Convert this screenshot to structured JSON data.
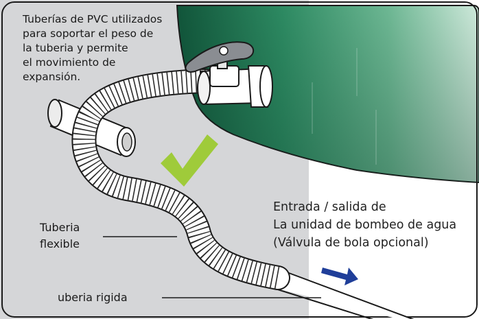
{
  "labels": {
    "pvc_support": [
      "Tuberías de PVC utilizados",
      "para soportar el peso de",
      "la tuberia y permite",
      "el movimiento de",
      "expansión."
    ],
    "flexible_pipe": [
      "Tuberia",
      "flexible"
    ],
    "rigid_pipe": "uberia rigida",
    "inlet_outlet": [
      "Entrada / salida de",
      "La unidad de bombeo de agua",
      "(Válvula de bola opcional)"
    ]
  },
  "icons": {
    "check": "check-icon",
    "flow": "flow-arrow-icon",
    "valve": "ball-valve-icon"
  },
  "colors": {
    "panel_gray": "#d5d6d8",
    "tank_dark": "#1e6b4e",
    "tank_light": "#bfe0cf",
    "check_green": "#9fcb3a",
    "arrow_blue": "#1f3e99",
    "outline": "#1a1a1a"
  }
}
